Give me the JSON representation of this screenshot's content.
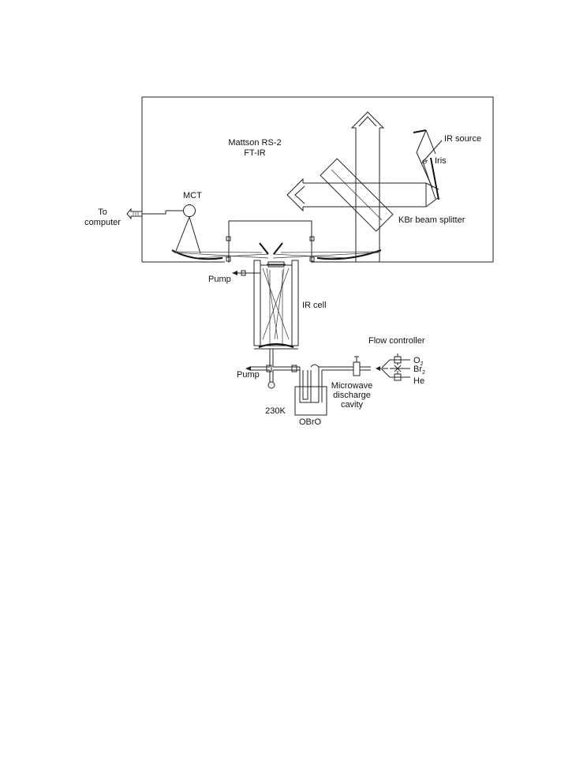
{
  "labels": {
    "instrument_line1": "Mattson RS-2",
    "instrument_line2": "FT-IR",
    "ir_source": "IR source",
    "iris": "Iris",
    "mct": "MCT",
    "to_computer_line1": "To",
    "to_computer_line2": "computer",
    "beam_splitter": "KBr beam splitter",
    "pump_top": "Pump",
    "ir_cell": "IR cell",
    "flow_controller": "Flow controller",
    "gas_o2_base": "O",
    "gas_o2_sub": "2",
    "gas_br2_base": "Br",
    "gas_br2_sub": "2",
    "gas_he": "He",
    "pump_bottom": "Pump",
    "microwave_line1": "Microwave",
    "microwave_line2": "discharge",
    "microwave_line3": "cavity",
    "temperature": "230K",
    "sample": "OBrO"
  }
}
